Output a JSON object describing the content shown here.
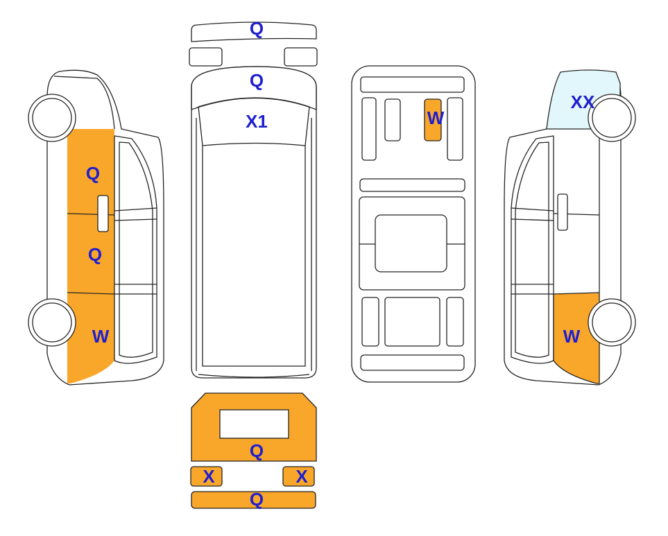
{
  "colors": {
    "damage_fill": "#F9A72B",
    "light_blue_fill": "#E2F7FB",
    "label_text": "#1F1FCF",
    "outline": "#222222"
  },
  "labels": {
    "front_bumper": "Q",
    "hood_front": "Q",
    "hood_rear": "X1",
    "roof_panel": "W",
    "left_front_door": "Q",
    "left_rear_door": "Q",
    "left_rear_quarter": "W",
    "right_front_fender": "XX",
    "right_rear_quarter": "W",
    "rear_door": "Q",
    "rear_light_left": "X",
    "rear_light_right": "X",
    "rear_bumper": "Q"
  }
}
